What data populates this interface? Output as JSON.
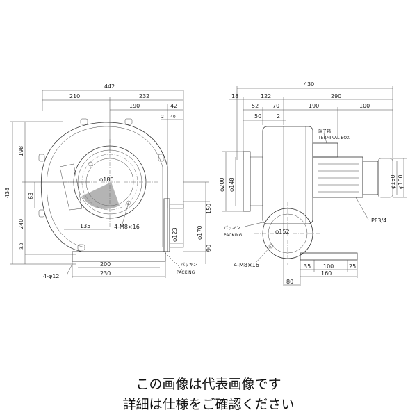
{
  "front_view": {
    "overall_width": "442",
    "width_left": "210",
    "width_right": "232",
    "outlet_offset": "190",
    "outlet_flange": "42",
    "flange_a": "2",
    "flange_b": "40",
    "height_total": "438",
    "height_top": "198",
    "height_bottom": "240",
    "dim_63": "63",
    "dim_3_2": "3.2",
    "dim_135": "135",
    "inlet_dia": "φ180",
    "bolt_spec": "4-M8×16",
    "outlet_dia": "φ123",
    "outlet_flange_dia": "φ170",
    "outlet_h": "150",
    "outlet_b": "90",
    "base_200": "200",
    "base_230": "230",
    "holes": "4-φ12",
    "packing_jp": "パッキン",
    "packing_en": "PACKING"
  },
  "side_view": {
    "overall_length": "430",
    "dim_18": "18",
    "dim_122": "122",
    "dim_290": "290",
    "dim_52": "52",
    "dim_70": "70",
    "dim_190": "190",
    "dim_100": "100",
    "dim_50": "50",
    "dim_2": "2",
    "terminal_jp": "端子箱",
    "terminal_en": "TERMINAL BOX",
    "dia_200": "φ200",
    "dia_148": "φ148",
    "dia_152": "φ152",
    "dia_150": "φ150",
    "dia_160": "φ160",
    "pipe": "PF3/4",
    "bolt_spec": "4-M8×16",
    "packing_jp": "パッキン",
    "packing_en": "PACKING",
    "base_35": "35",
    "base_100": "100",
    "base_25": "25",
    "base_80": "80",
    "base_160": "160"
  },
  "caption": {
    "line1": "この画像は代表画像です",
    "line2": "詳細は仕様をご確認ください"
  }
}
